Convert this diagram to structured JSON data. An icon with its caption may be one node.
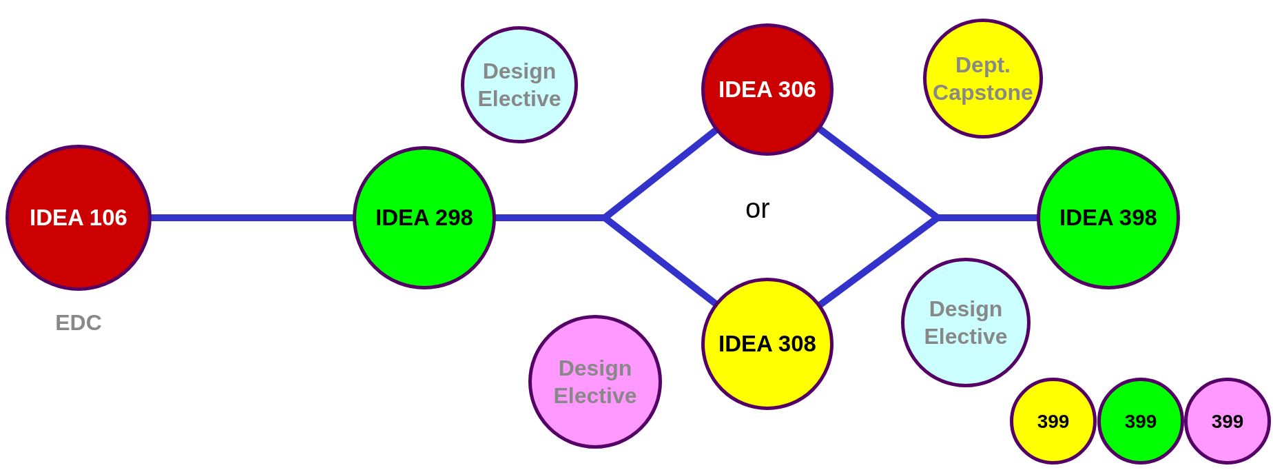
{
  "diagram": {
    "nodes": [
      {
        "text": [
          "Design Elective"
        ]
      },
      {
        "text": [
          "IDEA 306"
        ]
      },
      {
        "text": [
          "Dept. Capstone"
        ]
      },
      {
        "text": [
          "IDEA 106"
        ],
        "beside": [
          "EDC"
        ]
      },
      {
        "text": [
          "IDEA 298"
        ]
      },
      {
        "text": [
          "IDEA 398"
        ]
      },
      {
        "text": [
          "Design Elective"
        ]
      },
      {
        "text": [
          "IDEA 308"
        ]
      },
      {
        "text": [
          "Design Elective"
        ]
      },
      {
        "text": [
          "399"
        ]
      },
      {
        "text": [
          "399"
        ]
      },
      {
        "text": [
          "399"
        ]
      }
    ],
    "edges": [
      {
        "from": 3,
        "to": 4,
        "arrow": "none"
      },
      {
        "from": 4,
        "to": 1,
        "arrow": "none"
      },
      {
        "from": 4,
        "to": 7,
        "arrow": "none"
      },
      {
        "from": 1,
        "to": 5,
        "arrow": "none"
      },
      {
        "from": 7,
        "to": 5,
        "arrow": "none"
      }
    ],
    "labels": [
      "or"
    ]
  }
}
